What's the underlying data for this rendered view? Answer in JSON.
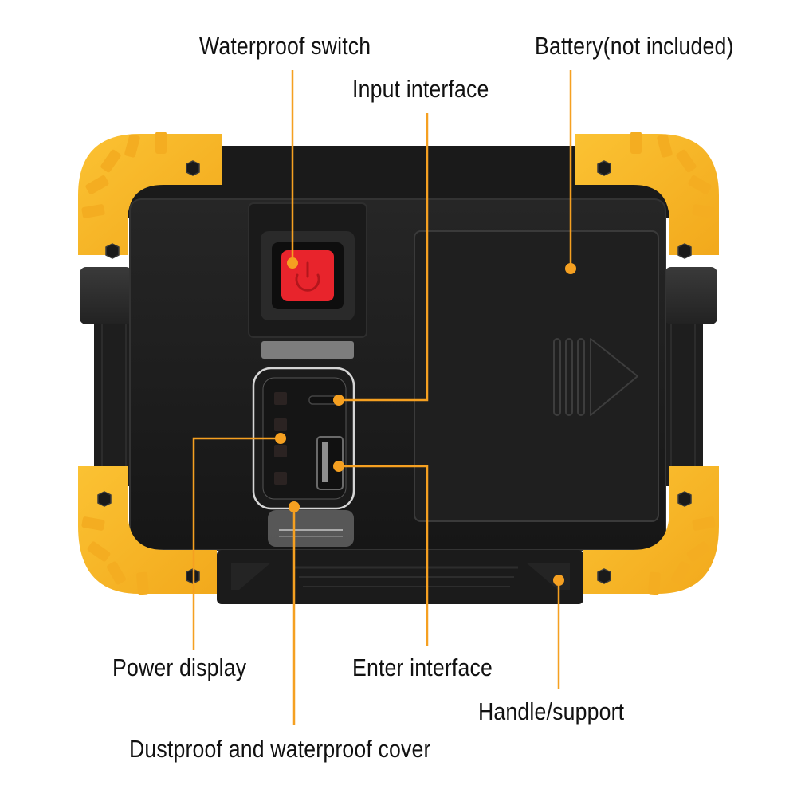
{
  "diagram": {
    "subject": "Portable rechargeable LED work light (rear view)",
    "accent_color": "#f5a021",
    "bumper_color": "#f7b726",
    "body_color": "#1c1c1c",
    "button_color": "#e8242c",
    "labels": [
      {
        "id": "waterproof-switch",
        "text": "Waterproof switch"
      },
      {
        "id": "input-interface",
        "text": "Input interface"
      },
      {
        "id": "battery",
        "text": "Battery(not included)"
      },
      {
        "id": "power-display",
        "text": "Power display"
      },
      {
        "id": "enter-interface",
        "text": "Enter interface"
      },
      {
        "id": "handle-support",
        "text": "Handle/support"
      },
      {
        "id": "dustproof-cover",
        "text": "Dustproof and waterproof cover"
      }
    ],
    "icons": {
      "power_button": "power-icon",
      "usb_port": "usb-port-icon",
      "micro_usb_port": "micro-usb-port-icon",
      "battery_arrow": "slide-arrow-icon"
    }
  }
}
